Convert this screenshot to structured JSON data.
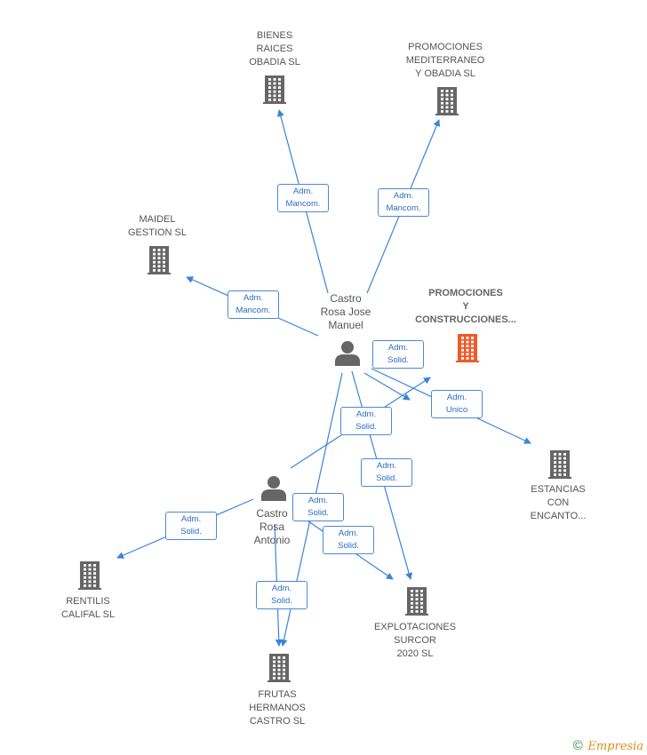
{
  "companies": [
    {
      "id": "bienes",
      "label": "BIENES\nRAICES\nOBADIA SL",
      "color": "#666666",
      "focus": false
    },
    {
      "id": "promomed",
      "label": "PROMOCIONES\nMEDITERRANEO\nY OBADIA  SL",
      "color": "#666666",
      "focus": false
    },
    {
      "id": "maidel",
      "label": "MAIDEL\nGESTION SL",
      "color": "#666666",
      "focus": false
    },
    {
      "id": "promocons",
      "label": "PROMOCIONES\nY\nCONSTRUCCIONES...",
      "color": "#f05a28",
      "focus": true
    },
    {
      "id": "estancias",
      "label": "ESTANCIAS\nCON\nENCANTO...",
      "color": "#666666",
      "focus": false
    },
    {
      "id": "rentilis",
      "label": "RENTILIS\nCALIFAL  SL",
      "color": "#666666",
      "focus": false
    },
    {
      "id": "explotaciones",
      "label": "EXPLOTACIONES\nSURCOR\n2020 SL",
      "color": "#666666",
      "focus": false
    },
    {
      "id": "frutas",
      "label": "FRUTAS\nHERMANOS\nCASTRO  SL",
      "color": "#666666",
      "focus": false
    }
  ],
  "persons": [
    {
      "id": "jose",
      "label": "Castro\nRosa Jose\nManuel"
    },
    {
      "id": "antonio",
      "label": "Castro\nRosa\nAntonio"
    }
  ],
  "edges": [
    {
      "from": "jose",
      "to": "bienes",
      "label": "Adm.\nMancom."
    },
    {
      "from": "jose",
      "to": "promomed",
      "label": "Adm.\nMancom."
    },
    {
      "from": "jose",
      "to": "maidel",
      "label": "Adm.\nMancom."
    },
    {
      "from": "jose",
      "to": "estancias",
      "label": "Adm.\nUnico"
    },
    {
      "from": "jose",
      "to": "promocons",
      "label": "Adm.\nSolid."
    },
    {
      "from": "antonio",
      "to": "promocons",
      "label": "Adm.\nSolid."
    },
    {
      "from": "jose",
      "to": "explotaciones",
      "label": "Adm.\nSolid."
    },
    {
      "from": "jose",
      "to": "frutas",
      "label": "Adm.\nSolid."
    },
    {
      "from": "antonio",
      "to": "rentilis",
      "label": "Adm.\nSolid."
    },
    {
      "from": "antonio",
      "to": "explotaciones",
      "label": "Adm.\nSolid."
    },
    {
      "from": "antonio",
      "to": "frutas",
      "label": "Adm.\nSolid."
    }
  ],
  "colors": {
    "edge": "#3a84d8",
    "icon": "#666666",
    "focus_icon": "#f05a28"
  },
  "footer": {
    "copyright": "©",
    "brand": "Empresia"
  }
}
